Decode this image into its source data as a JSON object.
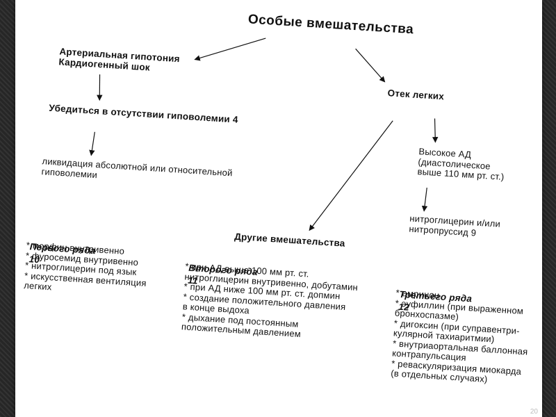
{
  "title": "Особые вмешательства",
  "branch_left": {
    "heading": "Артериальная гипотония\nКардиогенный шок",
    "check": "Убедиться в отсутствии гиповолемии 4",
    "action": "ликвидация абсолютной или относительной\nгиповолемии"
  },
  "branch_right": {
    "heading": "Отек легких",
    "condition": "Высокое АД\n(диастолическое\nвыше 110 мм рт. ст.)",
    "treatment": "нитроглицерин и/или\nнитропруссид 9"
  },
  "other": {
    "heading": "Другие вмешательства",
    "first": {
      "label": "Первого ряда",
      "ref": "10",
      "items": "* морфин внутривенно\n* фуросемид внутривенно\n* нитроглицерин под язык\n* искусственная вентиляция\nлегких"
    },
    "second": {
      "label": "Второго ряда",
      "ref": "11",
      "items": "* при АД выше 100 мм рт. ст.\nнитроглицерин внутривенно, добутамин\n* при АД ниже 100 мм рт. ст. допмин\n* создание положительного давления\nв конце выдоха\n* дыхание под постоянным\nположительным давлением"
    },
    "third": {
      "label": "Третьего ряда",
      "ref": "12",
      "items": "* амринон\n* эуфиллин (при выраженном\nбронхоспазме)\n* дигоксин (при суправентри-\nкулярной тахиаритмии)\n* внутриаортальная баллонная\nконтрапульсация\n* реваскуляризация миокарда\n(в отдельных случаях)"
    }
  },
  "slide_number": "20"
}
